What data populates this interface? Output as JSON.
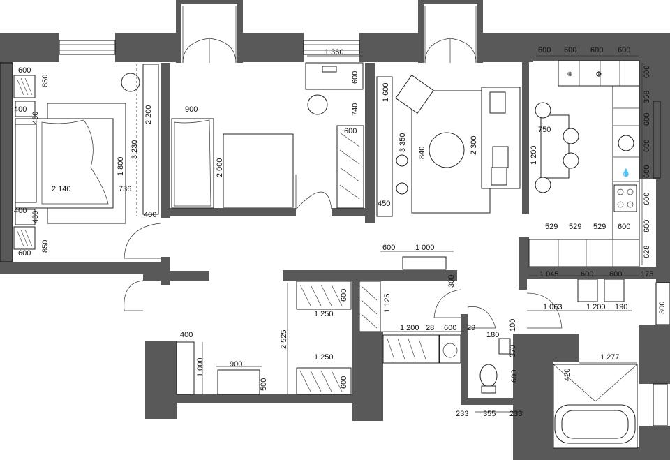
{
  "dimensions": {
    "bed_top_600": "600",
    "bed_850_top": "850",
    "bed_400_left": "400",
    "bed_430_top": "430",
    "bed_3230": "3 230",
    "bed_2200": "2 200",
    "bed_1800": "1 800",
    "bed_2140": "2 140",
    "bed_736": "736",
    "bed_400_bottom_left": "400",
    "bed_430_bottom": "430",
    "bed_400_door": "400",
    "bed_850_bottom": "850",
    "bed_600_bottom": "600",
    "study_900": "900",
    "study_2000": "2 000",
    "study_1360": "1 360",
    "study_600_desk": "600",
    "study_740": "740",
    "study_600_wardrobe": "600",
    "living_1600": "1 600",
    "living_3350": "3 350",
    "living_840": "840",
    "living_2300": "2 300",
    "living_450": "450",
    "kitchen_600_1": "600",
    "kitchen_600_2": "600",
    "kitchen_600_3": "600",
    "kitchen_600_4": "600",
    "kitchen_right_600_top": "600",
    "kitchen_358": "358",
    "kitchen_right_600_a": "600",
    "kitchen_right_600_b": "600",
    "kitchen_right_600_c": "600",
    "kitchen_right_600_d": "600",
    "kitchen_right_600_e": "600",
    "kitchen_628": "628",
    "kitchen_750": "750",
    "kitchen_1200": "1 200",
    "kitchen_529_a": "529",
    "kitchen_529_b": "529",
    "kitchen_529_c": "529",
    "kitchen_600_bottom": "600",
    "hall_600": "600",
    "hall_1000": "1 000",
    "hall_300": "300",
    "closet_600_top": "600",
    "closet_1250_a": "1 250",
    "closet_1250_b": "1 250",
    "closet_600_bottom": "600",
    "closet_1125": "1 125",
    "closet_2525": "2 525",
    "laundry_1200": "1 200",
    "laundry_28": "28",
    "laundry_600": "600",
    "laundry_29": "29",
    "laundry_180": "180",
    "laundry_100": "100",
    "wc_370": "370",
    "wc_690": "690",
    "wc_233_left": "233",
    "wc_355": "355",
    "wc_233_right": "233",
    "corr_1045": "1 045",
    "corr_600_a": "600",
    "corr_600_b": "600",
    "corr_175": "175",
    "corr_1063": "1 063",
    "corr_1200": "1 200",
    "corr_190": "190",
    "corr_300": "300",
    "bath_1277": "1 277",
    "bath_420": "420",
    "entry_400": "400",
    "entry_1000": "1 000",
    "entry_900": "900",
    "entry_500": "500"
  }
}
